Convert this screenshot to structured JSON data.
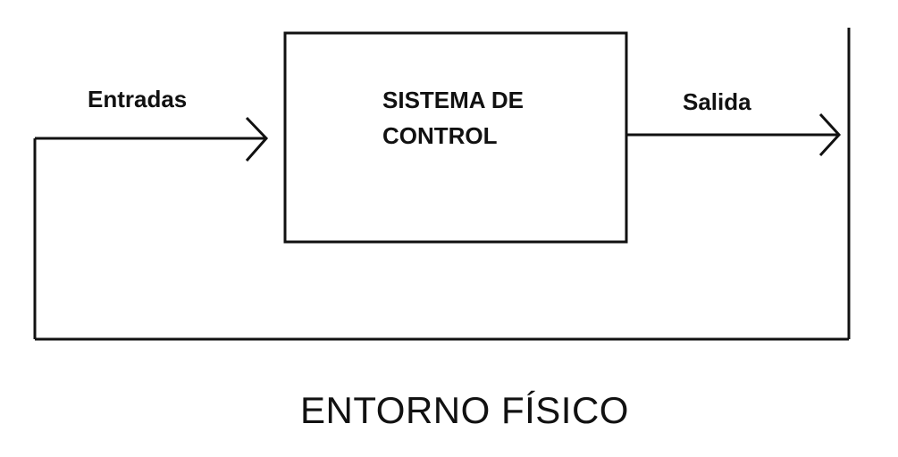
{
  "diagram": {
    "control_system": {
      "label": "SISTEMA DE CONTROL"
    },
    "input": {
      "label": "Entradas"
    },
    "output": {
      "label": "Salida"
    },
    "environment": {
      "label": "ENTORNO FÍSICO"
    },
    "colors": {
      "line": "#111111",
      "background": "#ffffff"
    }
  }
}
